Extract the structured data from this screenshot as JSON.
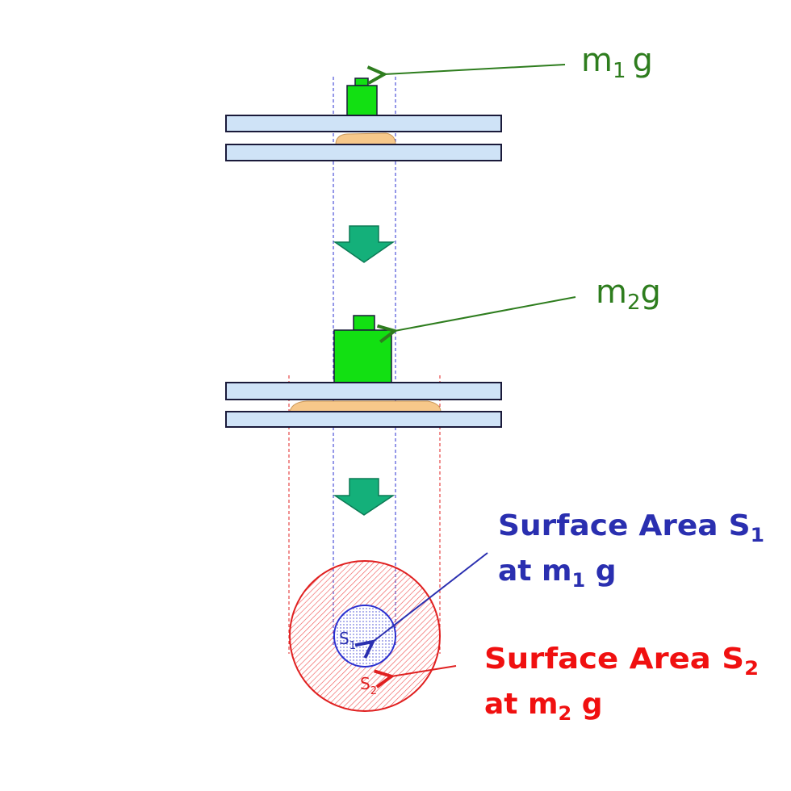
{
  "labels": {
    "weight1": {
      "main": "m",
      "sub": "1",
      "tail": "g"
    },
    "weight2": {
      "main": "m",
      "sub": "2",
      "tail": "g"
    },
    "area1": {
      "line1_main": "Surface Area S",
      "line1_sub": "1",
      "line2_main": "at m",
      "line2_sub": "1",
      "line2_tail": " g"
    },
    "area2": {
      "line1_main": "Surface Area S",
      "line1_sub": "2",
      "line2_main": "at m",
      "line2_sub": "2",
      "line2_tail": " g"
    },
    "s1_marker": {
      "main": "S",
      "sub": "1"
    },
    "s2_marker": {
      "main": "S",
      "sub": "2"
    }
  },
  "colors": {
    "plate_fill": "#cfe3f7",
    "plate_stroke": "#1a1a3a",
    "weight_fill": "#12e012",
    "sample_fill": "#f7c88a",
    "arrow_fill": "#14b07a",
    "green_text": "#2e7d1e",
    "blue_text": "#2a2fb0",
    "red_text": "#f01010"
  },
  "icons": {
    "step_arrow": "down-arrow-icon"
  }
}
